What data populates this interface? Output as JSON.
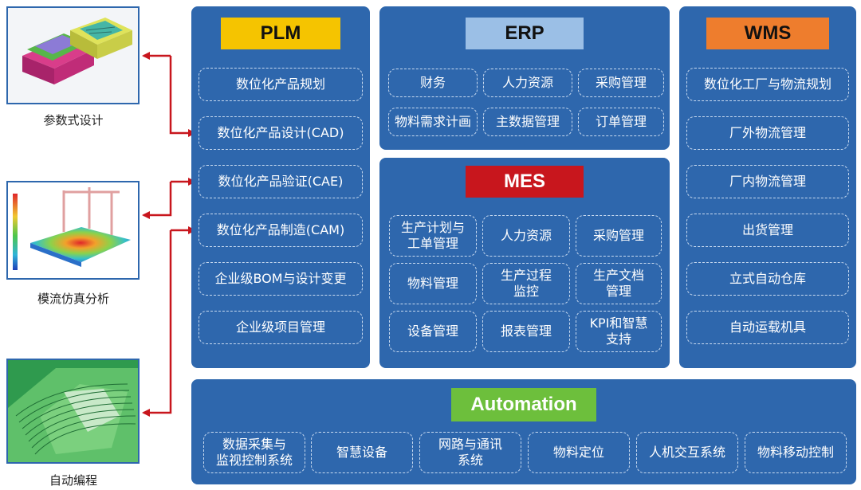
{
  "colors": {
    "panel": "#2e67ad",
    "plm_header": "#f5c400",
    "erp_header": "#9bbfe6",
    "wms_header": "#ee7d2d",
    "mes_header": "#c8161d",
    "automation_header": "#6dbf3c",
    "arrow": "#c8161d"
  },
  "left": {
    "items": [
      {
        "label": "参数式设计",
        "image": "mold-3d-model"
      },
      {
        "label": "模流仿真分析",
        "image": "mold-flow-simulation"
      },
      {
        "label": "自动编程",
        "image": "cnc-toolpath"
      }
    ]
  },
  "plm": {
    "title": "PLM",
    "items": [
      "数位化产品规划",
      "数位化产品设计(CAD)",
      "数位化产品验证(CAE)",
      "数位化产品制造(CAM)",
      "企业级BOM与设计变更",
      "企业级项目管理"
    ]
  },
  "erp": {
    "title": "ERP",
    "items": [
      "财务",
      "人力资源",
      "采购管理",
      "物料需求计画",
      "主数据管理",
      "订单管理"
    ]
  },
  "mes": {
    "title": "MES",
    "items": [
      "生产计划与\n工单管理",
      "人力资源",
      "采购管理",
      "物料管理",
      "生产过程\n监控",
      "生产文档\n管理",
      "设备管理",
      "报表管理",
      "KPI和智慧\n支持"
    ]
  },
  "wms": {
    "title": "WMS",
    "items": [
      "数位化工厂与物流规划",
      "厂外物流管理",
      "厂内物流管理",
      "出货管理",
      "立式自动仓库",
      "自动运载机具"
    ]
  },
  "automation": {
    "title": "Automation",
    "items": [
      "数据采集与\n监视控制系统",
      "智慧设备",
      "网路与通讯\n系统",
      "物料定位",
      "人机交互系统",
      "物料移动控制"
    ]
  }
}
